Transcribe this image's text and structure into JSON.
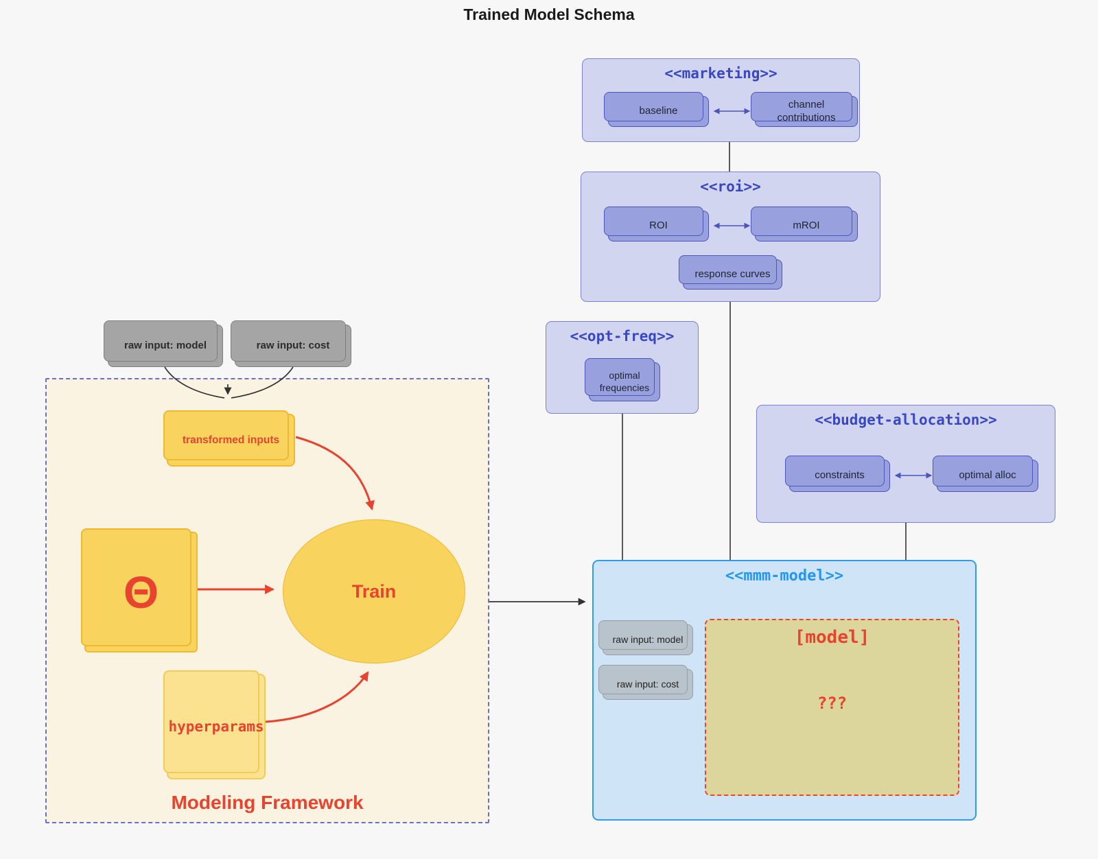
{
  "title": "Trained Model Schema",
  "clusters": {
    "marketing": {
      "title": "<<marketing>>"
    },
    "roi": {
      "title": "<<roi>>"
    },
    "opt_freq": {
      "title": "<<opt-freq>>"
    },
    "budget_allocation": {
      "title": "<<budget-allocation>>"
    },
    "mmm_model": {
      "title": "<<mmm-model>>"
    },
    "modeling_framework": {
      "title": "Modeling Framework"
    }
  },
  "nodes": {
    "baseline": {
      "label": "baseline"
    },
    "channel_contributions": {
      "label": "channel contributions"
    },
    "roi": {
      "label": "ROI"
    },
    "mroi": {
      "label": "mROI"
    },
    "response_curves": {
      "label": "response curves"
    },
    "optimal_frequencies": {
      "label": "optimal frequencies"
    },
    "constraints": {
      "label": "constraints"
    },
    "optimal_alloc": {
      "label": "optimal alloc"
    },
    "raw_input_model": {
      "label": "raw input: model"
    },
    "raw_input_cost": {
      "label": "raw input: cost"
    },
    "mmm_raw_input_model": {
      "label": "raw input: model"
    },
    "mmm_raw_input_cost": {
      "label": "raw input: cost"
    },
    "model_box": {
      "label": "[model]",
      "value": "???"
    },
    "transformed_inputs": {
      "label": "transformed inputs"
    },
    "theta": {
      "label": "Θ"
    },
    "train": {
      "label": "Train"
    },
    "hyperparams": {
      "label": "hyperparams"
    }
  },
  "colors": {
    "background": "#f7f7f8",
    "cluster_fill": "#d2d5ef",
    "cluster_border": "#7a80d2",
    "cluster_title": "#3a47c2",
    "node_fill": "#99a0de",
    "node_border": "#4b55bb",
    "mmm_fill": "#cfe5f7",
    "mmm_border": "#2d9bf0",
    "mmm_title": "#2196f3",
    "framework_fill": "#faf3e1",
    "framework_border": "#6470cc",
    "yellow_fill": "#f8d45f",
    "yellow_border": "#eeb92e",
    "yellow_light_fill": "#fbe291",
    "yellow_light_border": "#f2ca55",
    "gray_fill": "#a5a5a5",
    "gray_border": "#7e7e7e",
    "bluegray_fill": "#b9c3cc",
    "bluegray_border": "#939da6",
    "model_box_fill": "#dcd69c",
    "accent_red": "#e8432e",
    "edge": "#333333"
  }
}
